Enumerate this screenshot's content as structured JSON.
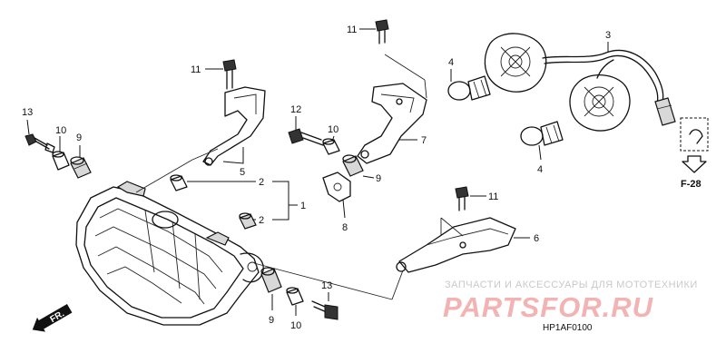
{
  "diagram": {
    "callouts": [
      "11",
      "11",
      "11",
      "13",
      "13",
      "10",
      "10",
      "10",
      "9",
      "9",
      "9",
      "12",
      "5",
      "2",
      "2",
      "1",
      "7",
      "8",
      "3",
      "4",
      "4",
      "6"
    ],
    "ref_label": "F-28",
    "front_label": "FR.",
    "figure_code": "HP1AF0100"
  },
  "watermark": {
    "tagline": "ЗАПЧАСТИ И АКСЕССУАРЫ ДЛЯ МОТОТЕХНИКИ",
    "logo": "PARTSFOR.RU"
  }
}
